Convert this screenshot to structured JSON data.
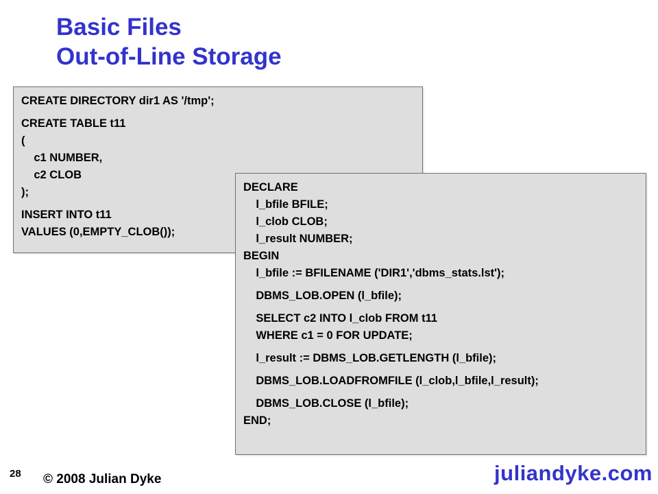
{
  "slide": {
    "title_line1": "Basic Files",
    "title_line2": "Out-of-Line Storage",
    "page_number": "28",
    "copyright": "© 2008 Julian Dyke",
    "brand": "juliandyke.com"
  },
  "code_box_1": {
    "blocks": [
      [
        "CREATE DIRECTORY dir1 AS '/tmp';"
      ],
      [
        "CREATE TABLE t11",
        "(",
        "    c1 NUMBER,",
        "    c2 CLOB",
        ");"
      ],
      [
        "INSERT INTO t11",
        "VALUES (0,EMPTY_CLOB());"
      ]
    ]
  },
  "code_box_2": {
    "blocks": [
      [
        "DECLARE",
        "    l_bfile BFILE;",
        "    l_clob CLOB;",
        "    l_result NUMBER;",
        "BEGIN",
        "    l_bfile := BFILENAME ('DIR1','dbms_stats.lst');"
      ],
      [
        "    DBMS_LOB.OPEN (l_bfile);"
      ],
      [
        "    SELECT c2 INTO l_clob FROM t11",
        "    WHERE c1 = 0 FOR UPDATE;"
      ],
      [
        "    l_result := DBMS_LOB.GETLENGTH (l_bfile);"
      ],
      [
        "    DBMS_LOB.LOADFROMFILE (l_clob,l_bfile,l_result);"
      ],
      [
        "    DBMS_LOB.CLOSE (l_bfile);",
        "END;"
      ]
    ]
  }
}
